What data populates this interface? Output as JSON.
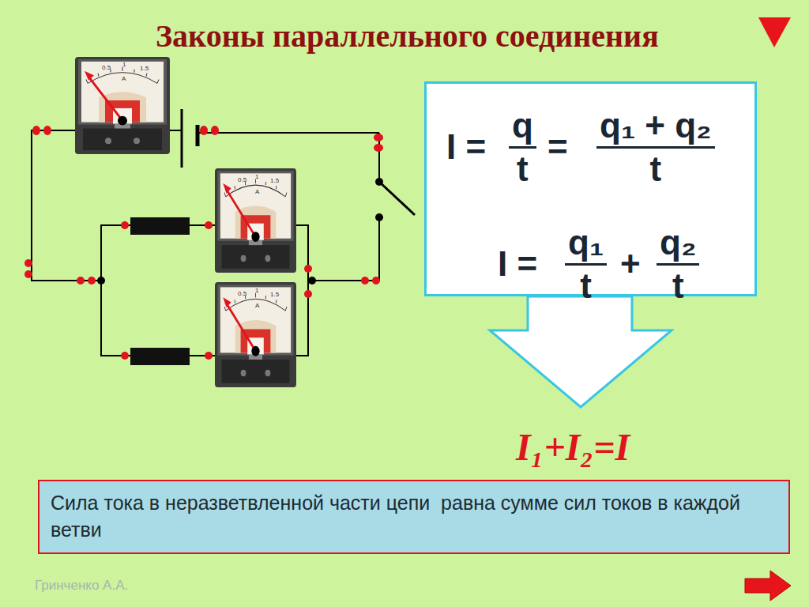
{
  "diagram": {
    "title": "Законы параллельного соединения",
    "nodes": [
      {
        "text": [
          "I =",
          "q",
          "t",
          "=",
          "q₁ + q₂",
          "t",
          "I =",
          "q₁",
          "t",
          "+",
          "q₂",
          "t"
        ]
      },
      {
        "text": [
          "Сила тока в неразветвленной части цепи  равна сумме сил токов в каждой ветви"
        ]
      }
    ],
    "labels": [
      "0.5",
      "1",
      "1.5",
      "A",
      "0.5",
      "1",
      "1.5",
      "A",
      "0.5",
      "1",
      "1.5",
      "A",
      "I₁+I₂=I",
      "Гринченко А.А."
    ]
  }
}
